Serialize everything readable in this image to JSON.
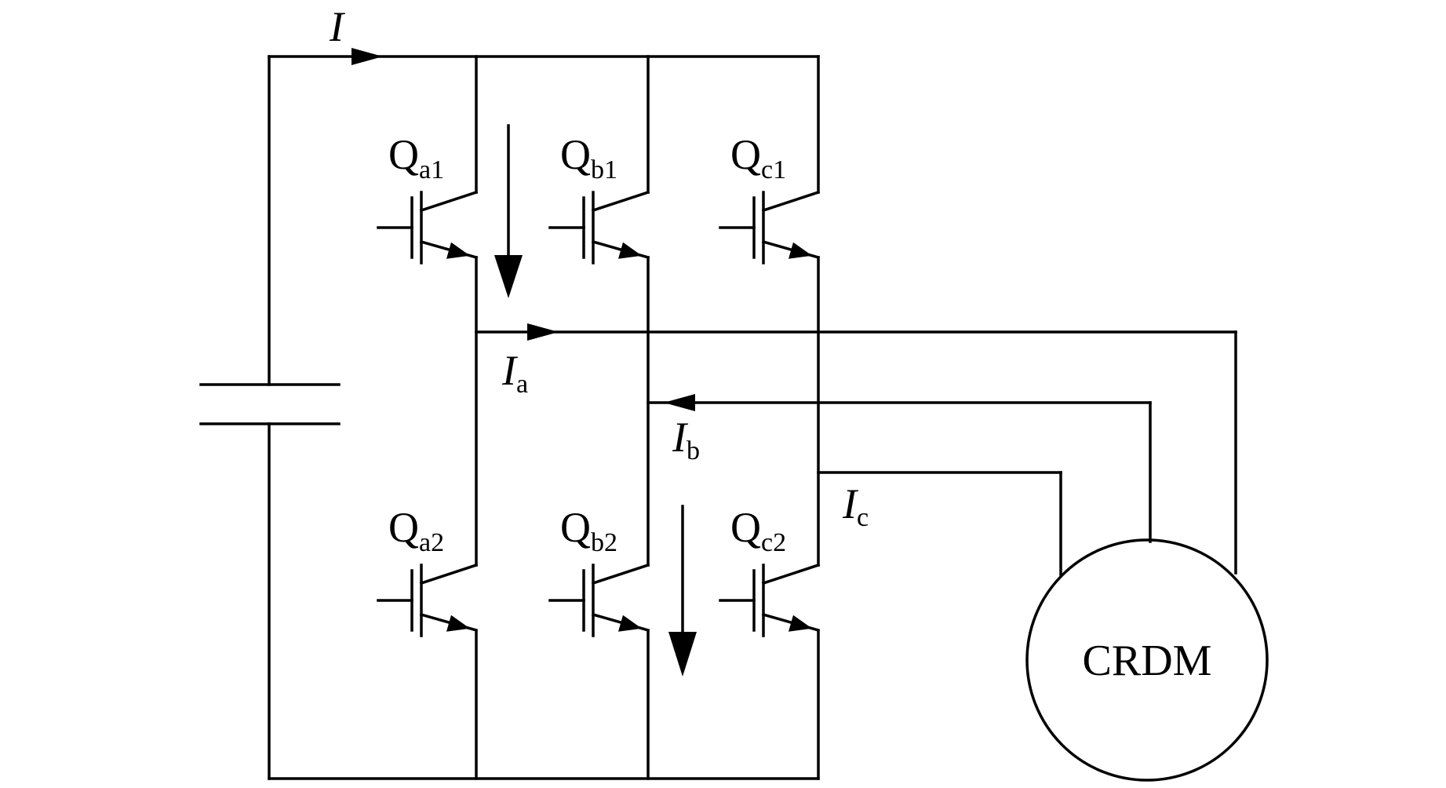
{
  "labels": {
    "current_total": "I",
    "current_a": "I",
    "current_a_sub": "a",
    "current_b": "I",
    "current_b_sub": "b",
    "current_c": "I",
    "current_c_sub": "c",
    "motor": "CRDM"
  },
  "transistors": [
    {
      "id": "Qa1",
      "main": "Q",
      "sub": "a1"
    },
    {
      "id": "Qb1",
      "main": "Q",
      "sub": "b1"
    },
    {
      "id": "Qc1",
      "main": "Q",
      "sub": "c1"
    },
    {
      "id": "Qa2",
      "main": "Q",
      "sub": "a2"
    },
    {
      "id": "Qb2",
      "main": "Q",
      "sub": "b2"
    },
    {
      "id": "Qc2",
      "main": "Q",
      "sub": "c2"
    }
  ]
}
